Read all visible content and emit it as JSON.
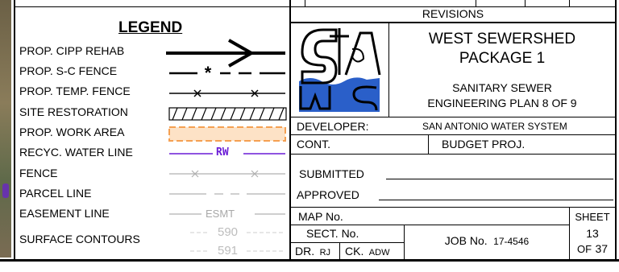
{
  "legend": {
    "title": "LEGEND",
    "items": [
      {
        "label": "PROP. CIPP REHAB",
        "symbol": "arrow"
      },
      {
        "label": "PROP. S-C FENCE",
        "symbol": "sc-fence"
      },
      {
        "label": "PROP. TEMP. FENCE",
        "symbol": "temp-fence"
      },
      {
        "label": "SITE RESTORATION",
        "symbol": "hatch"
      },
      {
        "label": "PROP. WORK AREA",
        "symbol": "work-area"
      },
      {
        "label": "RECYC. WATER LINE",
        "symbol": "rw-line",
        "text": "RW"
      },
      {
        "label": "FENCE",
        "symbol": "fence"
      },
      {
        "label": "PARCEL LINE",
        "symbol": "parcel"
      },
      {
        "label": "EASEMENT LINE",
        "symbol": "esmt",
        "text": "ESMT"
      },
      {
        "label": "SURFACE CONTOURS",
        "symbol": "contours",
        "text_a": "590",
        "text_b": "591"
      }
    ]
  },
  "titleblock": {
    "revisions": "REVISIONS",
    "project_line1": "WEST SEWERSHED",
    "project_line2": "PACKAGE 1",
    "plan_line1": "SANITARY SEWER",
    "plan_line2": "ENGINEERING PLAN 8 OF 9",
    "developer_label": "DEVELOPER:",
    "developer_value": "SAN ANTONIO WATER SYSTEM",
    "cont_label": "CONT.",
    "budget_label": "BUDGET PROJ.",
    "submitted_label": "SUBMITTED",
    "approved_label": "APPROVED",
    "map_label": "MAP No.",
    "sheet_label": "SHEET",
    "sect_label": "SECT. No.",
    "job_label": "JOB No.",
    "job_value": "17-4546",
    "sheet_number": "13",
    "of_label": "OF",
    "sheet_total": "37",
    "dr_label": "DR.",
    "dr_value": "RJ",
    "ck_label": "CK.",
    "ck_value": "ADW"
  },
  "colors": {
    "work_area": "#f5a052",
    "rw_line": "#6a1cd6",
    "grey_line": "#b0b0b0",
    "logo_blue": "#2a5fc9"
  }
}
